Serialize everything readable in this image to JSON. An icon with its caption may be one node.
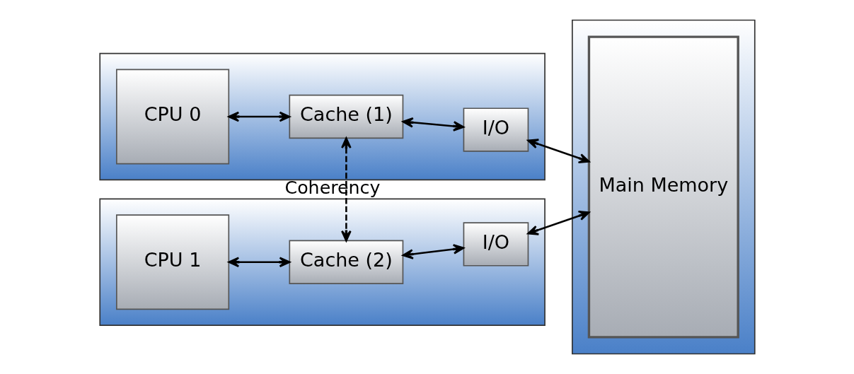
{
  "diagram": {
    "nodes": [
      {
        "text": [],
        "shape": "box"
      },
      {
        "text": [
          "CPU 0"
        ],
        "in": 0
      },
      {
        "text": [
          "Cache (1)"
        ],
        "in": 0
      },
      {
        "text": [
          "I/O"
        ],
        "in": 0
      },
      {
        "text": [],
        "shape": "box"
      },
      {
        "text": [
          "CPU 1"
        ],
        "in": 4
      },
      {
        "text": [
          "Cache (2)"
        ],
        "in": 4
      },
      {
        "text": [
          "I/O"
        ],
        "in": 4
      },
      {
        "text": [],
        "shape": "box"
      },
      {
        "text": [
          "Main Memory"
        ],
        "in": 8
      }
    ],
    "edges": [
      {
        "from": 1,
        "to": 2,
        "arrow": "both"
      },
      {
        "from": 2,
        "to": 3,
        "arrow": "both"
      },
      {
        "from": 5,
        "to": 6,
        "arrow": "both"
      },
      {
        "from": 6,
        "to": 7,
        "arrow": "both"
      },
      {
        "from": 2,
        "to": 6,
        "arrow": "both",
        "style": "dashed",
        "label": "Coherency"
      },
      {
        "from": 3,
        "to": 9,
        "arrow": "both"
      },
      {
        "from": 7,
        "to": 9,
        "arrow": "both"
      }
    ]
  }
}
